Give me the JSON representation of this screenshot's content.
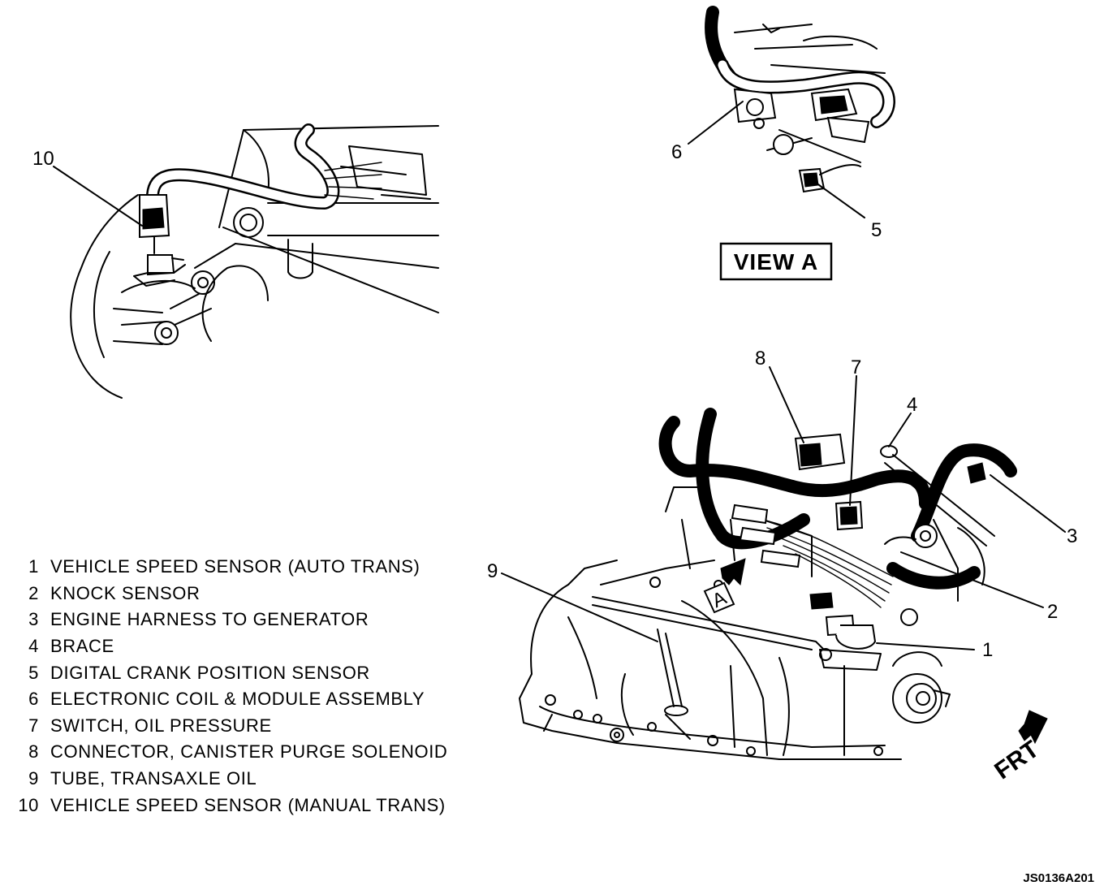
{
  "callouts": {
    "c1": "1",
    "c2": "2",
    "c3": "3",
    "c4": "4",
    "c5": "5",
    "c6": "6",
    "c7": "7",
    "c8": "8",
    "c9": "9",
    "c10": "10"
  },
  "view_label": "VIEW A",
  "view_marker": "A",
  "front_label": "FRT",
  "figure_code": "JS0136A201",
  "legend": [
    {
      "num": "1",
      "text": "VEHICLE SPEED SENSOR (AUTO TRANS)"
    },
    {
      "num": "2",
      "text": "KNOCK SENSOR"
    },
    {
      "num": "3",
      "text": "ENGINE HARNESS TO GENERATOR"
    },
    {
      "num": "4",
      "text": "BRACE"
    },
    {
      "num": "5",
      "text": "DIGITAL CRANK POSITION SENSOR"
    },
    {
      "num": "6",
      "text": "ELECTRONIC COIL & MODULE ASSEMBLY"
    },
    {
      "num": "7",
      "text": "SWITCH, OIL PRESSURE"
    },
    {
      "num": "8",
      "text": "CONNECTOR, CANISTER PURGE SOLENOID"
    },
    {
      "num": "9",
      "text": "TUBE, TRANSAXLE OIL"
    },
    {
      "num": "10",
      "text": "VEHICLE SPEED SENSOR (MANUAL TRANS)"
    }
  ]
}
